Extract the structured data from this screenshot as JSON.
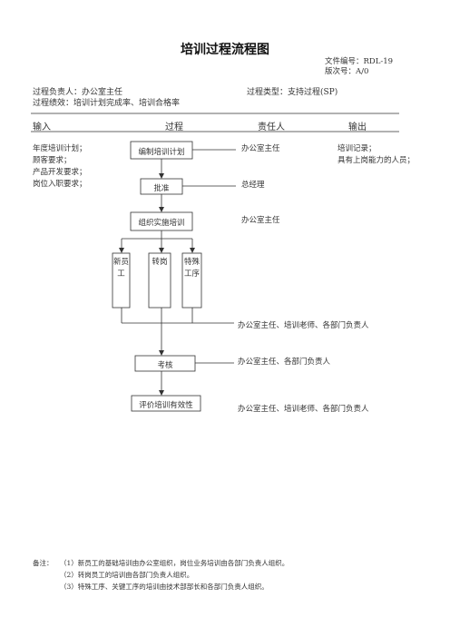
{
  "title": "培训过程流程图",
  "doc_number": "文件编号：RDL-19",
  "version": "版次号：A/0",
  "process_owner": "过程负责人：办公室主任",
  "process_type": "过程类型：支持过程(SP)",
  "process_kpi": "过程绩效：培训计划完成率、培训合格率",
  "columns": {
    "input": "输入",
    "process": "过程",
    "responsible": "责任人",
    "output": "输出"
  },
  "inputs": [
    "年度培训计划；",
    "顾客要求；",
    "产品开发要求；",
    "岗位入职要求；"
  ],
  "outputs": [
    "培训记录；",
    "具有上岗能力的人员；"
  ],
  "steps": {
    "plan": "编制培训计划",
    "approve": "批准",
    "organize": "组织实施培训",
    "new_staff": "新员工",
    "transfer": "转岗",
    "special": "特殊工序",
    "assess": "考核",
    "evaluate": "评价培训有效性"
  },
  "responsible": {
    "plan": "办公室主任",
    "approve": "总经理",
    "organize": "办公室主任",
    "training": "办公室主任、培训老师、各部门负责人",
    "assess": "办公室主任、各部门负责人",
    "evaluate": "办公室主任、培训老师、各部门负责人"
  },
  "remarks_label": "备注：",
  "remarks": [
    "（1）新员工的基础培训由办公室组织，岗位业务培训由各部门负责人组织。",
    "（2）转岗员工的培训由各部门负责人组织。",
    "（3）特殊工序、关键工序的培训由技术部部长和各部门负责人组织。"
  ]
}
